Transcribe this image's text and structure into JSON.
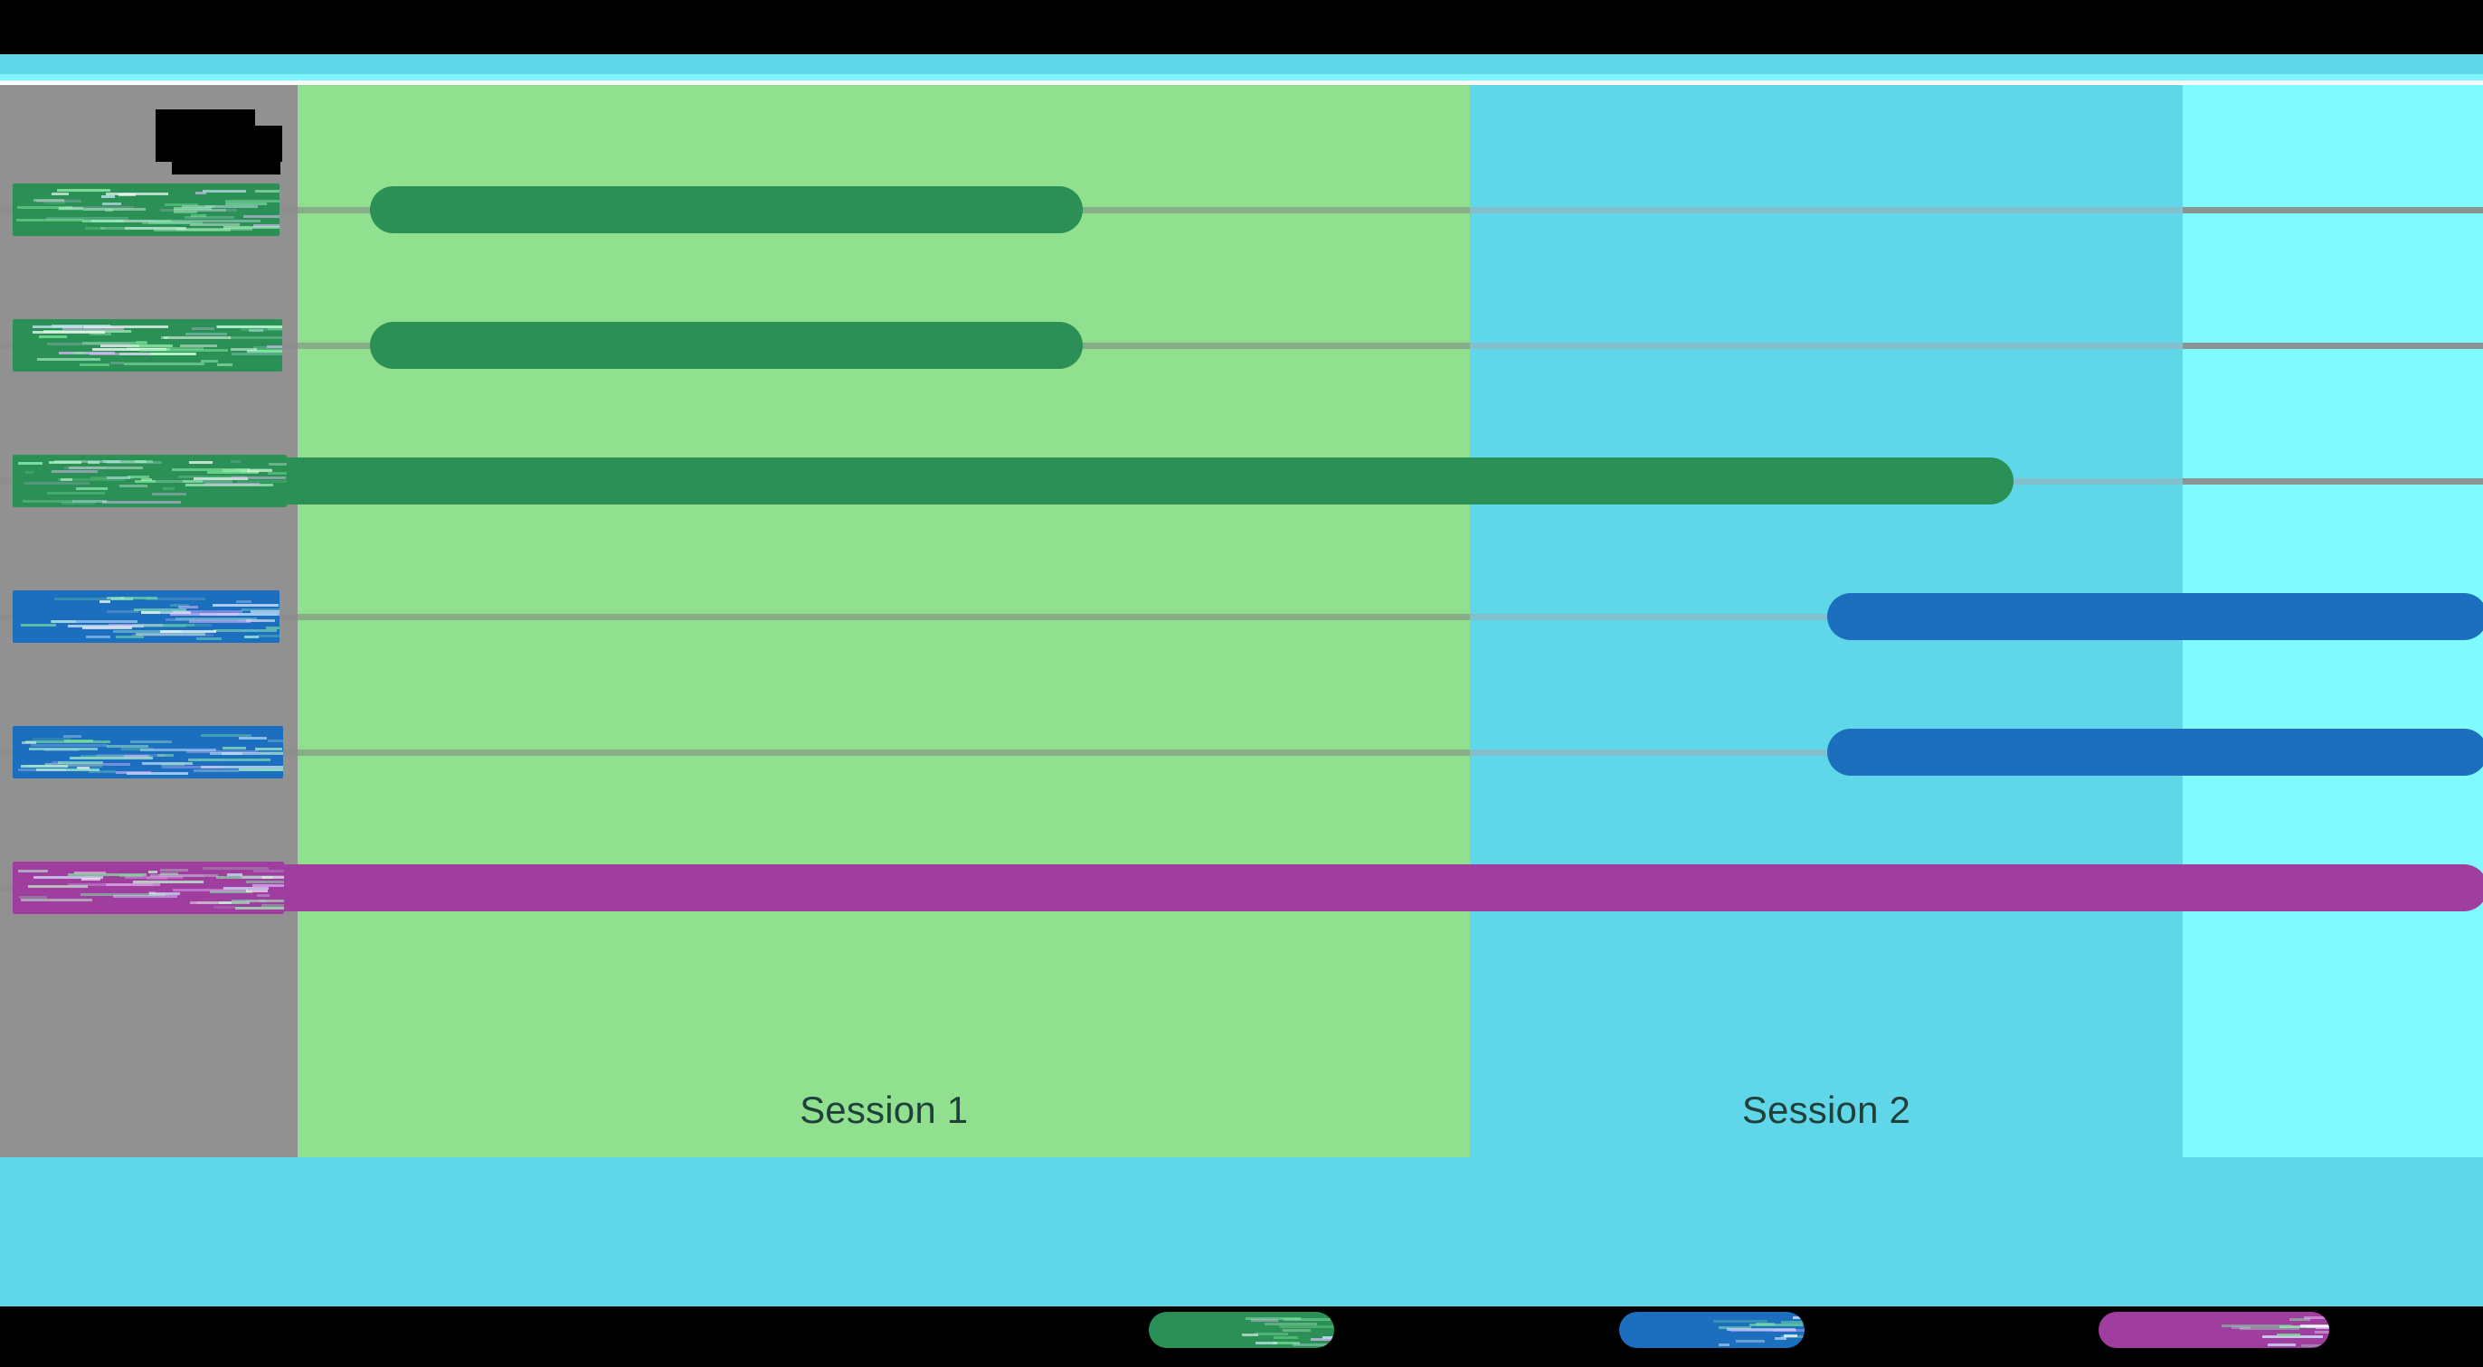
{
  "chart_data": {
    "type": "bar",
    "subtype": "horizontal-gantt-range",
    "title": "[REDACTED]",
    "xlabel": "",
    "ylabel": "",
    "grid": true,
    "legend_position": "bottom",
    "x_axis": {
      "min": 0,
      "max": 100,
      "tick_labels": []
    },
    "session_bands": [
      {
        "label": "Session 1",
        "x_start": 12.0,
        "x_end": 59.2,
        "color": "#90e090"
      },
      {
        "label": "Session 2",
        "x_start": 59.2,
        "x_end": 87.9,
        "color": "#5fd7e8"
      },
      {
        "label": "",
        "x_start": 87.9,
        "x_end": 100.0,
        "color": "#7ffaff"
      }
    ],
    "categories": [
      "[REDACTED]",
      "[REDACTED]",
      "[REDACTED]",
      "[REDACTED]",
      "[REDACTED]",
      "[REDACTED]"
    ],
    "bars": [
      {
        "category_index": 0,
        "x_start": 14.9,
        "x_end": 43.6,
        "color": "#2a9055",
        "group": "green"
      },
      {
        "category_index": 1,
        "x_start": 14.9,
        "x_end": 43.6,
        "color": "#2a9055",
        "group": "green"
      },
      {
        "category_index": 2,
        "x_start": 6.3,
        "x_end": 81.1,
        "color": "#2a9055",
        "group": "green"
      },
      {
        "category_index": 3,
        "x_start": 73.6,
        "x_end": 102.0,
        "color": "#1c6fbe",
        "group": "blue"
      },
      {
        "category_index": 4,
        "x_start": 73.6,
        "x_end": 102.0,
        "color": "#1c6fbe",
        "group": "blue"
      },
      {
        "category_index": 5,
        "x_start": 1.9,
        "x_end": 102.0,
        "color": "#a03ea0",
        "group": "magenta"
      }
    ],
    "series": [
      {
        "name": "[REDACTED]",
        "color": "#2a9055"
      },
      {
        "name": "[REDACTED]",
        "color": "#1c6fbe"
      },
      {
        "name": "[REDACTED]",
        "color": "#a03ea0"
      }
    ],
    "gridlines_y": [
      0,
      1,
      2,
      3,
      4,
      5
    ]
  },
  "colors": {
    "background": "#000000",
    "plot_background": "#919191",
    "chrome_strip": "#5fd7e8",
    "chrome_strip_light": "#7ff3ff",
    "band_session1": "#90e090",
    "band_session2": "#5fd7e8",
    "band_session3": "#7ffaff",
    "bar_green": "#2a9055",
    "bar_blue": "#1c6fbe",
    "bar_magenta": "#a03ea0",
    "gridline": "#8d8d8d",
    "band_label_text": "#20403a",
    "title_redaction": "#000000"
  },
  "bands": [
    {
      "label": "Session 1"
    },
    {
      "label": "Session 2"
    },
    {
      "label": ""
    }
  ],
  "y_labels": [
    {
      "text": "[REDACTED]",
      "color": "#2a9055"
    },
    {
      "text": "[REDACTED]",
      "color": "#2a9055"
    },
    {
      "text": "[REDACTED]",
      "color": "#2a9055"
    },
    {
      "text": "[REDACTED]",
      "color": "#1c6fbe"
    },
    {
      "text": "[REDACTED]",
      "color": "#1c6fbe"
    },
    {
      "text": "[REDACTED]",
      "color": "#a03ea0"
    }
  ],
  "title": {
    "text": "[REDACTED]"
  },
  "legend": {
    "items": [
      {
        "label": "[REDACTED]",
        "color": "#2a9055"
      },
      {
        "label": "[REDACTED]",
        "color": "#1c6fbe"
      },
      {
        "label": "[REDACTED]",
        "color": "#a03ea0"
      }
    ]
  }
}
